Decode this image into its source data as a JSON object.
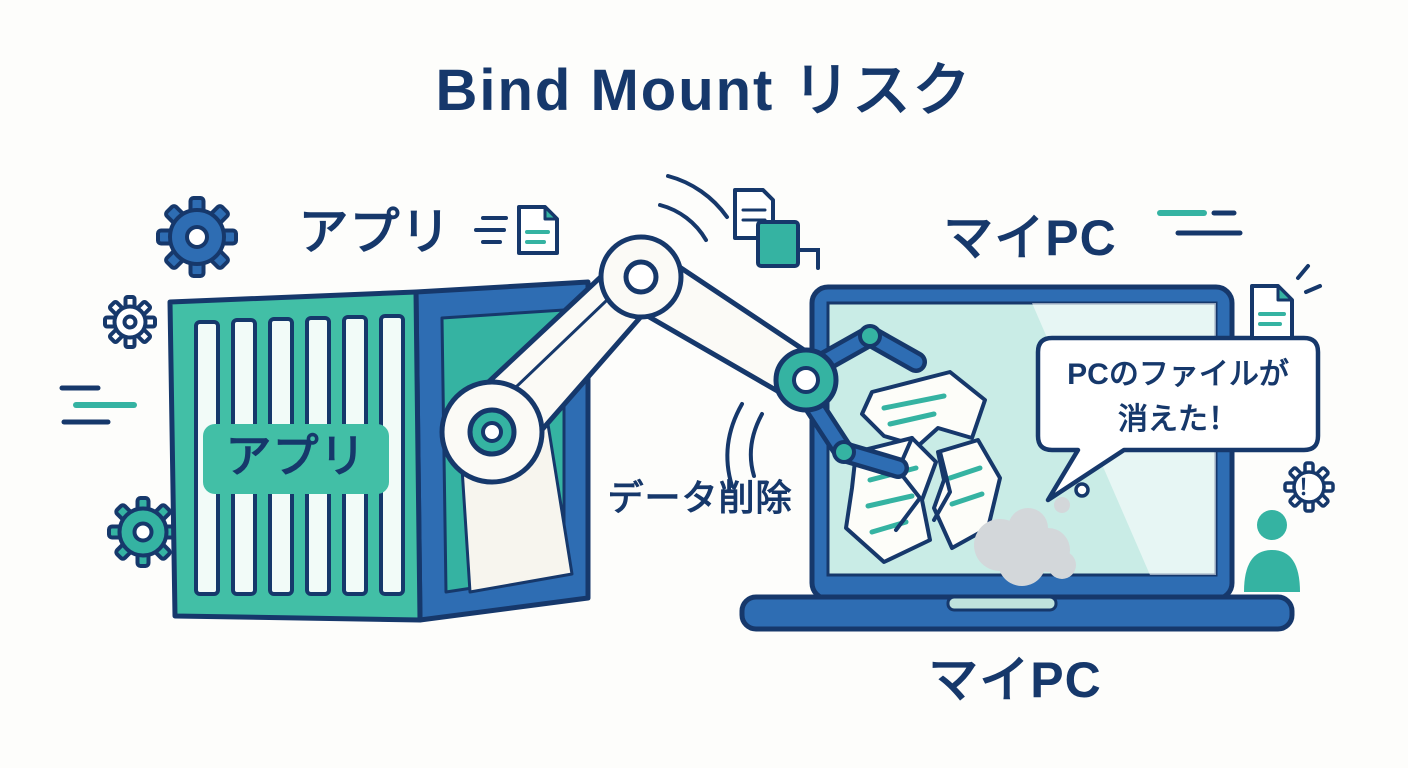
{
  "title": "Bind Mount リスク",
  "container": {
    "top_label": "アプリ",
    "front_label": "アプリ"
  },
  "arm": {
    "action_label": "データ削除"
  },
  "laptop": {
    "top_label": "マイPC",
    "bottom_label": "マイPC"
  },
  "speech_bubble": {
    "line1": "PCのファイルが",
    "line2": "消えた！"
  },
  "alert": {
    "mark": "！"
  },
  "colors": {
    "navy": "#16386b",
    "blue": "#2e6db3",
    "teal": "#35b3a2",
    "container_teal": "#42bfa6",
    "screen_teal": "#c9ece6",
    "smoke_gray": "#d3d7da",
    "background": "#fdfdfb"
  },
  "icons": {
    "gear": "⚙",
    "document": "🗎",
    "person": "👤",
    "alert": "！"
  }
}
